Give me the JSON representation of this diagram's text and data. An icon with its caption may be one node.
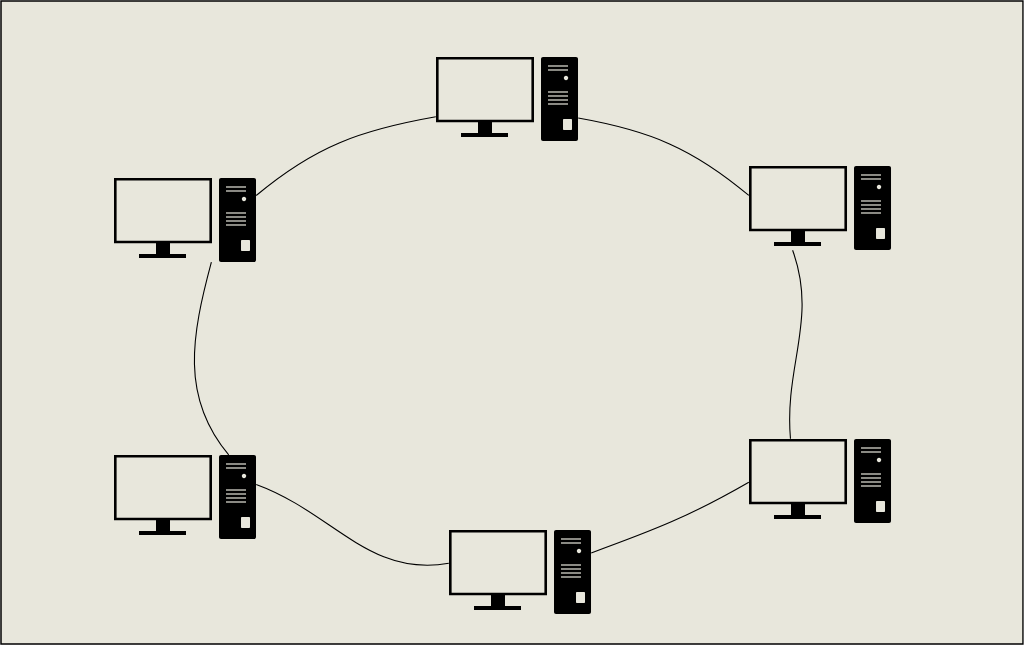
{
  "diagram": {
    "nodes": [
      {
        "text": [],
        "shape": "computer"
      },
      {
        "text": [],
        "shape": "computer"
      },
      {
        "text": [],
        "shape": "computer"
      },
      {
        "text": [],
        "shape": "computer"
      },
      {
        "text": [],
        "shape": "computer"
      },
      {
        "text": [],
        "shape": "computer"
      }
    ],
    "edges": [
      {
        "from": 1,
        "to": 0,
        "arrow": "none"
      },
      {
        "from": 0,
        "to": 2,
        "arrow": "none"
      },
      {
        "from": 2,
        "to": 4,
        "arrow": "none"
      },
      {
        "from": 4,
        "to": 5,
        "arrow": "none"
      },
      {
        "from": 5,
        "to": 3,
        "arrow": "none"
      },
      {
        "from": 3,
        "to": 1,
        "arrow": "none"
      }
    ]
  }
}
